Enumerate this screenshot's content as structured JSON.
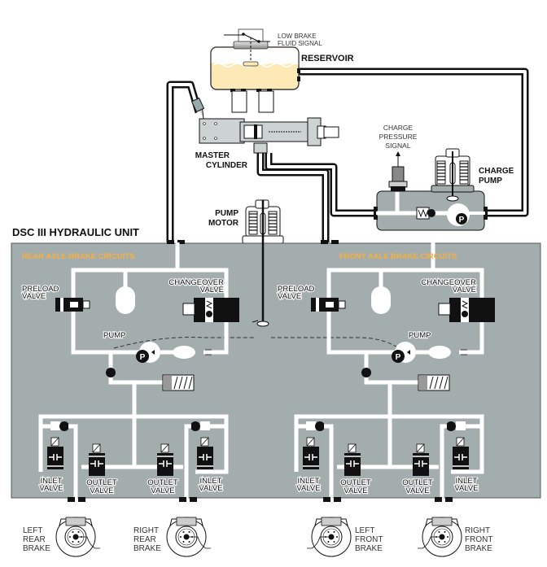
{
  "title": "DSC III HYDRAULIC UNIT",
  "colors": {
    "unit_fill": "#a3adad",
    "reservoir_fluid": "#fde9b6",
    "circuit_label": "#f5b041",
    "pipe": "#ffffff",
    "outline": "#111111"
  },
  "reservoir": {
    "label": "RESERVOIR",
    "signal_label_line1": "LOW BRAKE",
    "signal_label_line2": "FLUID SIGNAL"
  },
  "master_cylinder": {
    "line1": "MASTER",
    "line2": "CYLINDER"
  },
  "charge_pressure_signal": {
    "line1": "CHARGE",
    "line2": "PRESSURE",
    "line3": "SIGNAL"
  },
  "charge_pump": {
    "line1": "CHARGE",
    "line2": "PUMP",
    "pump_symbol": "P"
  },
  "pump_motor": {
    "line1": "PUMP",
    "line2": "MOTOR"
  },
  "circuits": {
    "rear": {
      "label": "REAR AXLE BRAKE CIRCUITS",
      "preload_line1": "PRELOAD",
      "preload_line2": "VALVE",
      "changeover_line1": "CHANGEOVER",
      "changeover_line2": "VALVE",
      "pump_label": "PUMP",
      "pump_symbol": "P",
      "valves": [
        {
          "line1": "INLET",
          "line2": "VALVE"
        },
        {
          "line1": "OUTLET",
          "line2": "VALVE"
        },
        {
          "line1": "OUTLET",
          "line2": "VALVE"
        },
        {
          "line1": "INLET",
          "line2": "VALVE"
        }
      ]
    },
    "front": {
      "label": "FRONT AXLE BRAKE CIRCUITS",
      "preload_line1": "PRELOAD",
      "preload_line2": "VALVE",
      "changeover_line1": "CHANGEOVER",
      "changeover_line2": "VALVE",
      "pump_label": "PUMP",
      "pump_symbol": "P",
      "valves": [
        {
          "line1": "INLET",
          "line2": "VALVE"
        },
        {
          "line1": "OUTLET",
          "line2": "VALVE"
        },
        {
          "line1": "OUTLET",
          "line2": "VALVE"
        },
        {
          "line1": "INLET",
          "line2": "VALVE"
        }
      ]
    }
  },
  "brakes": [
    {
      "line1": "LEFT",
      "line2": "REAR",
      "line3": "BRAKE"
    },
    {
      "line1": "RIGHT",
      "line2": "REAR",
      "line3": "BRAKE"
    },
    {
      "line1": "LEFT",
      "line2": "FRONT",
      "line3": "BRAKE"
    },
    {
      "line1": "RIGHT",
      "line2": "FRONT",
      "line3": "BRAKE"
    }
  ]
}
